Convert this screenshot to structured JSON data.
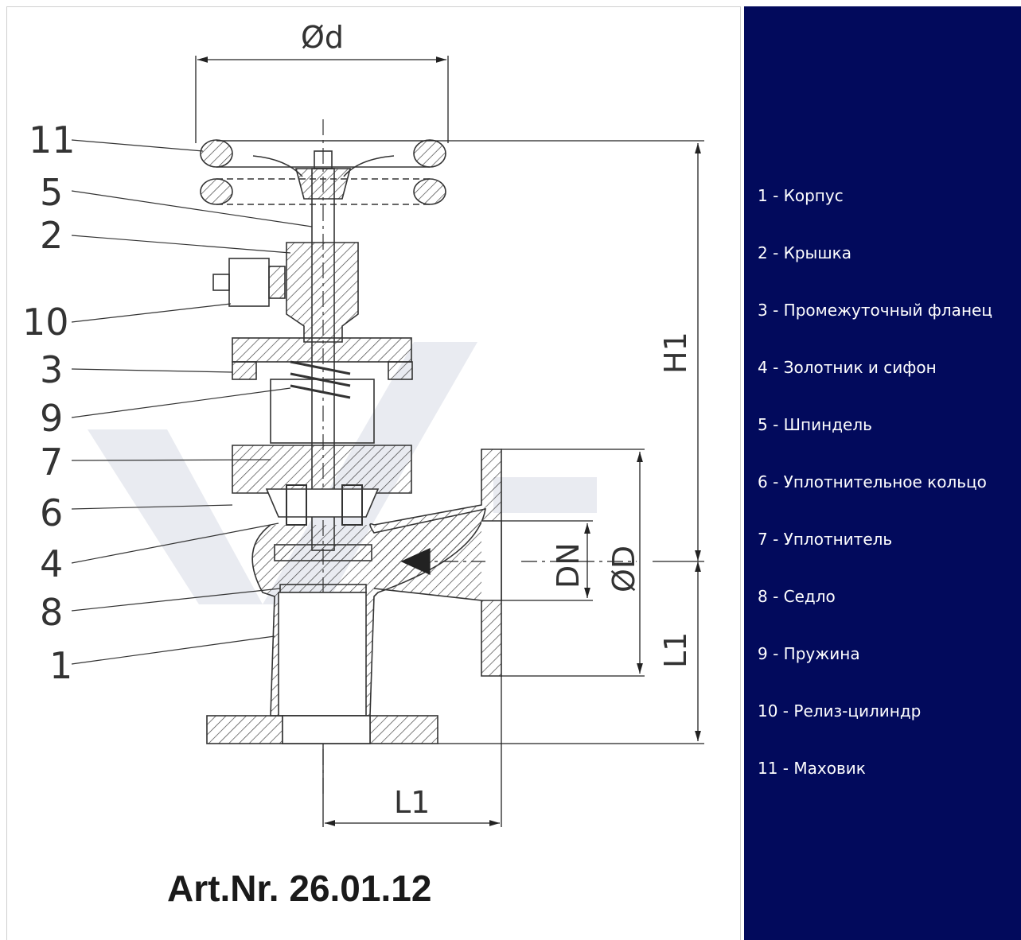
{
  "drawing": {
    "title": "Art.Nr. 26.01.12",
    "callouts": [
      "11",
      "5",
      "2",
      "10",
      "3",
      "9",
      "7",
      "6",
      "4",
      "8",
      "1"
    ],
    "dims": {
      "od": "Ød",
      "h1": "H1",
      "l1_vertical": "L1",
      "l1_horizontal": "L1",
      "dn": "DN",
      "oD": "ØD"
    },
    "colors": {
      "line": "#333333",
      "watermark": "#e6e8ee",
      "panel": "#020a5c"
    }
  },
  "parts": [
    "1 - Корпус",
    "2 - Крышка",
    "3 - Промежуточный фланец",
    "4 - Золотник и сифон",
    "5 - Шпиндель",
    "6 - Уплотнительное кольцо",
    "7 - Уплотнитель",
    "8 - Седло",
    "9 - Пружина",
    "10 - Релиз-цилиндр",
    "11 - Маховик"
  ]
}
